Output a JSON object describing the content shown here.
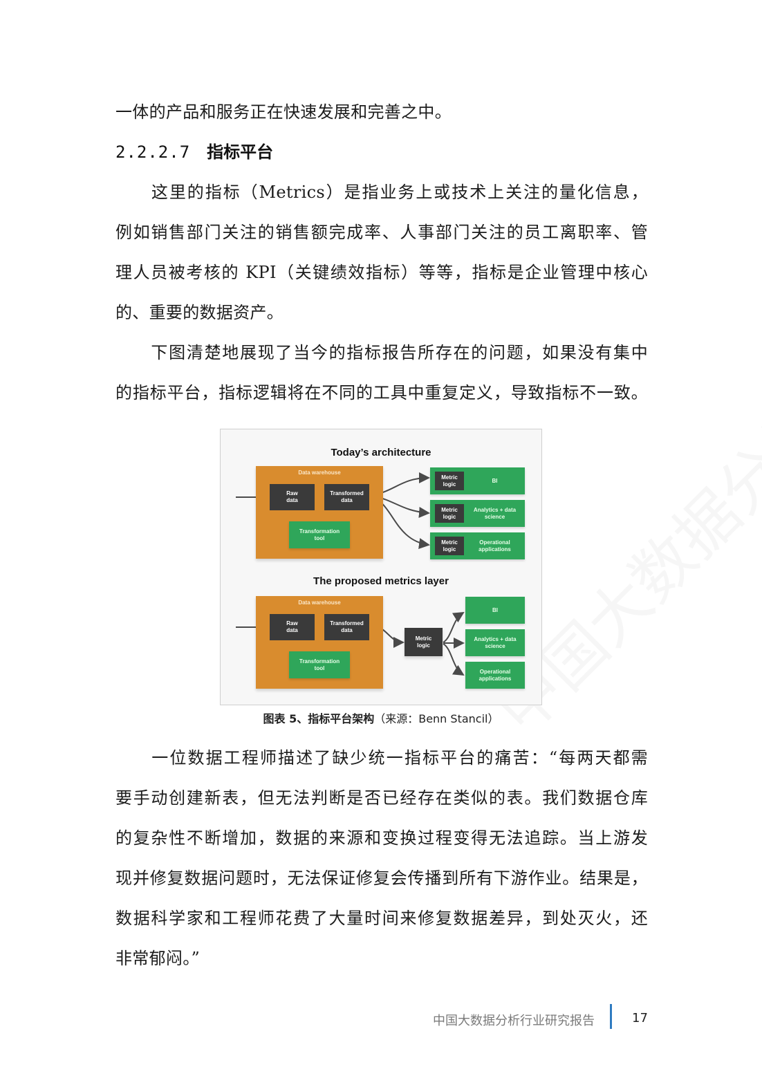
{
  "page": {
    "continuation_line": "一体的产品和服务正在快速发展和完善之中。",
    "section": {
      "number": "2.2.2.7",
      "title": "指标平台"
    },
    "paragraph1": [
      "　　这里的指标（Metrics）是指业务上或技术上关注的量化信息，",
      "例如销售部门关注的销售额完成率、人事部门关注的员工离职率、管",
      "理人员被考核的 KPI（关键绩效指标）等等，指标是企业管理中核心",
      "的、重要的数据资产。"
    ],
    "paragraph2": [
      "　　下图清楚地展现了当今的指标报告所存在的问题，如果没有集中",
      "的指标平台，指标逻辑将在不同的工具中重复定义，导致指标不一致。"
    ],
    "paragraph3": [
      "　　一位数据工程师描述了缺少统一指标平台的痛苦：“每两天都需",
      "要手动创建新表，但无法判断是否已经存在类似的表。我们数据仓库",
      "的复杂性不断增加，数据的来源和变换过程变得无法追踪。当上游发",
      "现并修复数据问题时，无法保证修复会传播到所有下游作业。结果是，",
      "数据科学家和工程师花费了大量时间来修复数据差异，到处灭火，还",
      "非常郁闷。”"
    ]
  },
  "figure": {
    "caption_label": "图表 5、指标平台架构",
    "caption_source": "（来源：Benn Stancil）",
    "colors": {
      "warehouse": "#d98c2e",
      "dark_box": "#3a3a3a",
      "green_box": "#2fa65a",
      "arrow": "#4a4a4a"
    },
    "today": {
      "title": "Today’s architecture",
      "warehouse_label": "Data warehouse",
      "raw_data": [
        "Raw",
        "data"
      ],
      "transformed_data": [
        "Transformed",
        "data"
      ],
      "transformation_tool": [
        "Transformation",
        "tool"
      ],
      "destinations": [
        {
          "metric": [
            "Metric",
            "logic"
          ],
          "label": [
            "BI"
          ]
        },
        {
          "metric": [
            "Metric",
            "logic"
          ],
          "label": [
            "Analytics + data",
            "science"
          ]
        },
        {
          "metric": [
            "Metric",
            "logic"
          ],
          "label": [
            "Operational",
            "applications"
          ]
        }
      ]
    },
    "proposed": {
      "title": "The proposed metrics layer",
      "warehouse_label": "Data warehouse",
      "raw_data": [
        "Raw",
        "data"
      ],
      "transformed_data": [
        "Transformed",
        "data"
      ],
      "transformation_tool": [
        "Transformation",
        "tool"
      ],
      "metric_logic": [
        "Metric",
        "logic"
      ],
      "destinations": [
        {
          "label": [
            "BI"
          ]
        },
        {
          "label": [
            "Analytics + data",
            "science"
          ]
        },
        {
          "label": [
            "Operational",
            "applications"
          ]
        }
      ]
    }
  },
  "footer": {
    "report_title": "中国大数据分析行业研究报告",
    "page_number": "17"
  }
}
